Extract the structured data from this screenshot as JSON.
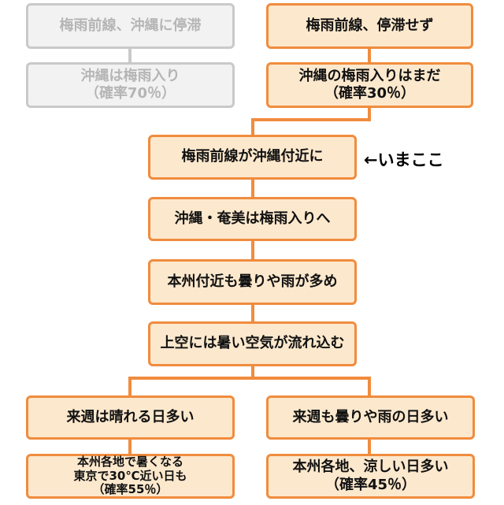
{
  "flowchart": {
    "colors": {
      "accent_orange": "#f08c3e",
      "orange_fill": "#fce8cd",
      "inactive_gray": "#c9c9c9",
      "gray_fill": "#f2f2f2",
      "gray_text": "#b5b5b5",
      "active_text": "#111111"
    },
    "nodes": {
      "alternate_top": "梅雨前線、沖縄に停滞",
      "alternate_result": "沖縄は梅雨入り\n（確率70％）",
      "actual_top": "梅雨前線、停滞せず",
      "actual_result": "沖縄の梅雨入りはまだ\n（確率30％）",
      "now": "梅雨前線が沖縄付近に",
      "step_okinawa_amami": "沖縄・奄美は梅雨入りへ",
      "step_honshu_cloudy": "本州付近も曇りや雨が多め",
      "step_warm_air": "上空には暑い空気が流れ込む",
      "branch_left": "来週は晴れる日多い",
      "branch_right": "来週も曇りや雨の日多い",
      "outcome_left": "本州各地で暑くなる\n東京で30℃近い日も\n（確率55％）",
      "outcome_right": "本州各地、涼しい日多い\n（確率45％）"
    },
    "now_marker": "←いまここ"
  }
}
